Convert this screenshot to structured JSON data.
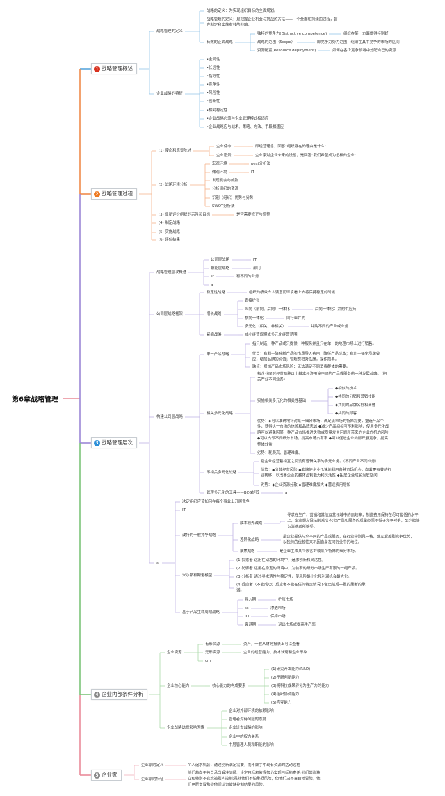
{
  "root": "第6章战略管理",
  "sections": [
    {
      "num": "1",
      "t": "战略管理概述",
      "color": "#5aa6dc",
      "badge": "#d8321f",
      "c": [
        {
          "t": "战略管理的定义",
          "c": [
            {
              "t": "战略的定义：为实现组织目标的全面规划。"
            },
            {
              "t": "战略管理的定义：是把握企业机会与挑战的方法——一个全面和持续的过程，旨\n在制定和实施有效的战略。"
            },
            {
              "t": "有效的正式战略",
              "c": [
                {
                  "t": "独特的竞争力(Distinctive competence)",
                  "c": [
                    {
                      "t": "组织在某一方面做得特别好"
                    }
                  ]
                },
                {
                  "t": "战略的范围（Scope）",
                  "c": [
                    {
                      "t": "即竞争力势力范围，组织在其中竞争的市场的区间"
                    }
                  ]
                },
                {
                  "t": "资源配置(Resource deployment)",
                  "c": [
                    {
                      "t": "如何在各个竞争领域中分配自己的资源"
                    }
                  ]
                }
              ]
            }
          ]
        },
        {
          "t": "企业战略的特征",
          "c": [
            {
              "t": "•全局性"
            },
            {
              "t": "•长远性"
            },
            {
              "t": "•指导性"
            },
            {
              "t": "•竞争性"
            },
            {
              "t": "•风险性"
            },
            {
              "t": "•创新性"
            },
            {
              "t": "•相对稳定性"
            },
            {
              "t": "•企业战略必须与企业管理模式相适应"
            },
            {
              "t": "•企业战略应与战术、策略、方法、手段相适应"
            }
          ]
        }
      ]
    },
    {
      "num": "2",
      "t": "战略管理过程",
      "color": "#f08a4b",
      "badge": "#ee7a22",
      "c": [
        {
          "t": "(1) 使命和愿景陈述",
          "c": [
            {
              "t": "企业使命",
              "c": [
                {
                  "t": "即经营理念，回答“组织存在的理由是什么”"
                }
              ]
            },
            {
              "t": "企业愿景",
              "c": [
                {
                  "t": "企业家对企业未来的设想，是回答“我们希望成为怎样的企业”"
                }
              ]
            }
          ]
        },
        {
          "t": "(2) 战略环境分析",
          "c": [
            {
              "t": "宏观环境",
              "c": [
                {
                  "t": "pest分析法"
                }
              ]
            },
            {
              "t": "微观环境",
              "c": [
                {
                  "t": "IT"
                }
              ]
            },
            {
              "t": "发现机会与威胁"
            },
            {
              "t": "分析组织的资源"
            },
            {
              "t": "识别（组织）优势与劣势"
            },
            {
              "t": "SWOT分析法"
            }
          ]
        },
        {
          "t": "(3) 重新评价组织的宗旨和目标",
          "c": [
            {
              "t": "是否需要修正与调整"
            }
          ]
        },
        {
          "t": "(4) 制定战略"
        },
        {
          "t": "(5) 实施战略"
        },
        {
          "t": "(6) 评价结果"
        }
      ]
    },
    {
      "num": "3",
      "t": "战略管理层次",
      "color": "#9b87d6",
      "badge": "#2d8fd8",
      "c": [
        {
          "t": "战略管理层次概述",
          "c": [
            {
              "t": "公司层战略",
              "c": [
                {
                  "t": "IT"
                }
              ]
            },
            {
              "t": "职能层战略",
              "c": [
                {
                  "t": "部门"
                }
              ]
            },
            {
              "t": "sr",
              "c": [
                {
                  "t": "有不同的业务"
                }
              ]
            },
            {
              "t": "a"
            }
          ]
        },
        {
          "t": "公司层战略框架",
          "c": [
            {
              "t": "稳定性战略",
              "c": [
                {
                  "t": "组织的绩效令人满意而环境看上去将保持稳定的时候"
                }
              ]
            },
            {
              "t": "增长战略",
              "c": [
                {
                  "t": "直接扩张"
                },
                {
                  "t": "纵向（前向、后向）一体化",
                  "c": [
                    {
                      "t": "后向一体化：并购供应商"
                    }
                  ]
                },
                {
                  "t": "横向一体化",
                  "c": [
                    {
                      "t": "同行业并购"
                    }
                  ]
                },
                {
                  "t": "多元化（相关、非相关）",
                  "c": [
                    {
                      "t": "并购不同的产业或业务"
                    }
                  ]
                }
              ]
            },
            {
              "t": "紧缩战略",
              "c": [
                {
                  "t": "减小经营规模或多元化经营范围"
                }
              ]
            }
          ]
        },
        {
          "t": "构建公司层战略",
          "c": [
            {
              "t": "单一产品战略",
              "c": [
                {
                  "t": "指只制造一种产品或只提供一种服务并且只在单一的地理市场上进行销售。"
                },
                {
                  "t": "优点：有利于降低新产品的市场导入费用，降低产品成本；有利于强化品牌效\n应，增加品牌的价值；管理费相对低廉，操作简单。"
                },
                {
                  "t": "缺点：增加产品市场风险；无法满足不同消费群体的需要。"
                }
              ]
            },
            {
              "t": "相关多元化战略",
              "c": [
                {
                  "t": "指企业同时经营两种以上基本经济用途不同的产品或服务的一种发展战略。（相\n关产业不同业务）"
                },
                {
                  "t": "实施相关多元化的相关性基础：",
                  "c": [
                    {
                      "t": "◆相似的技术"
                    },
                    {
                      "t": "◆共同的分销和营销技能"
                    },
                    {
                      "t": "◆共同的品牌名称和商誉"
                    },
                    {
                      "t": "◆共同的顾客"
                    }
                  ]
                },
                {
                  "t": "优势：◆可以准确地针对某一细分市场，满足该市场的特殊需要，塑造产品个\n性，获得这一市场的信赖和品牌忠诚 ◆减少产品间相互不利影响，使用多元化战\n略可以避免因某一种产品市场推进失败或质量发生问题所带来的企业危机的风险\n◆可以占领不同细分市场，提高市场占有率 ◆可以促进企业内部开展竞争，提高\n整体效益"
                },
                {
                  "t": "劣势：耗费高、管理难度。"
                }
              ]
            },
            {
              "t": "不相关多元化战略",
              "c": [
                {
                  "t": "指企业经营着相互之间没有逻辑关系的多元业务。（不同产业不同业务）"
                },
                {
                  "t": "优势：◆分散经营风险 ◆能够使企业迅速地利用各种市场机会，向着更有效的行\n业转移，以改善企业的整体盈利能力和灵活性 ◆拓展企业成长发展空间"
                },
                {
                  "t": "劣势：◆企业资源分散 ◆管理难度加大 ◆营运费用增加"
                }
              ]
            },
            {
              "t": "管理多元化的工具——BCG矩阵",
              "c": [
                {
                  "t": "a"
                }
              ]
            }
          ]
        },
        {
          "t": "sr",
          "c": [
            {
              "t": "决定组织应该如何在每个事业上开展竞争"
            },
            {
              "t": "IT"
            },
            {
              "t": "波特的一般竞争战略",
              "c": [
                {
                  "t": "成本领先战略",
                  "c": [
                    {
                      "t": "寻求在生产、营销和其他运营领域中的高效率，制造费用保持在尽可能低的水平\n上，企业想方设法削减成本;但产品和服务的质量必须不低于竞争对手，至少能够\n为消费者所接受。"
                    }
                  ]
                },
                {
                  "t": "差异化战略",
                  "c": [
                    {
                      "t": "是企业提供与众不同的产品或服务，在行业中别具一格，建立起差别竞争优势，\n以独特的优越性来巩固自身在同行业中的地位。"
                    }
                  ]
                },
                {
                  "t": "聚焦战略",
                  "c": [
                    {
                      "t": "是企业主攻某个顾客群或某个特殊的细分市场。"
                    }
                  ]
                }
              ]
            },
            {
              "t": "米尔斯和斯诺模型",
              "c": [
                {
                  "t": "(1)探索者 运用在动态的环境中，追求创新和灵活性。"
                },
                {
                  "t": "(2)防御者 运用在稳定的环境中，为狭窄的细分市场生产有限的一组产品。"
                },
                {
                  "t": "(3)分析者 通过寻求活性与稳定性，使风险最小化和利润机会最大化。"
                },
                {
                  "t": "(4)反应者（不能成功）反应者不能在任何特定情况下做出前后一致的果断的承\n诺。"
                }
              ]
            },
            {
              "t": "基于产品生命周期战略",
              "c": [
                {
                  "t": "导入期",
                  "c": [
                    {
                      "t": "扩张市场"
                    }
                  ]
                },
                {
                  "t": "ss",
                  "c": [
                    {
                      "t": "渗透市场"
                    }
                  ]
                },
                {
                  "t": "IQ",
                  "c": [
                    {
                      "t": "保持市场"
                    }
                  ]
                },
                {
                  "t": "衰退期",
                  "c": [
                    {
                      "t": "退出市场或提高生产率"
                    }
                  ]
                }
              ]
            }
          ]
        }
      ]
    },
    {
      "num": "4",
      "t": "企业内部条件分析",
      "color": "#7cc47a",
      "badge": "#888888",
      "c": [
        {
          "t": "企业资源",
          "c": [
            {
              "t": "有形资源",
              "c": [
                {
                  "t": "资产，一般从财务报表上可以查看"
                }
              ]
            },
            {
              "t": "无形资源",
              "c": [
                {
                  "t": "企业的经营能力、技术诀窍和企业形象"
                }
              ]
            },
            {
              "t": "cm"
            }
          ]
        },
        {
          "t": "企业核心能力",
          "c": [
            {
              "t": "核心能力的构成要素",
              "c": [
                {
                  "t": "(1)研究开发能力(R&D)"
                },
                {
                  "t": "(2)不断创新能力"
                },
                {
                  "t": "(3)将科技成果转化为生产力的能力"
                },
                {
                  "t": "(4)组织协调能力"
                },
                {
                  "t": "(5)应变能力"
                }
              ]
            }
          ]
        },
        {
          "t": "企业战略选择影响因素",
          "c": [
            {
              "t": "企业对外部环境的依赖影响"
            },
            {
              "t": "管理者对待风险的态度"
            },
            {
              "t": "企业过去战略的影响"
            },
            {
              "t": "企业中的权力关系"
            },
            {
              "t": "中层管理人员和职能的影响"
            }
          ]
        }
      ]
    },
    {
      "num": "5",
      "t": "企业家",
      "color": "#e98a9a",
      "badge": "#888888",
      "c": [
        {
          "t": "企业家的定义",
          "c": [
            {
              "t": "个人追求机会，通过创新满足需要，而不顾手中现有资源的活动过程"
            }
          ]
        },
        {
          "t": "企业家的特征",
          "c": [
            {
              "t": "他们趋向于独自承当解决问题、设定目标和依靠努力实现目标的责任;他们崇尚独\n立和特别不喜欢被别人控制;虽然他们不怕承担风险，但他们决不盲目地冒险，他\n们更愿意冒那些他们认为能够控制结果的风险。"
            }
          ]
        }
      ]
    }
  ]
}
